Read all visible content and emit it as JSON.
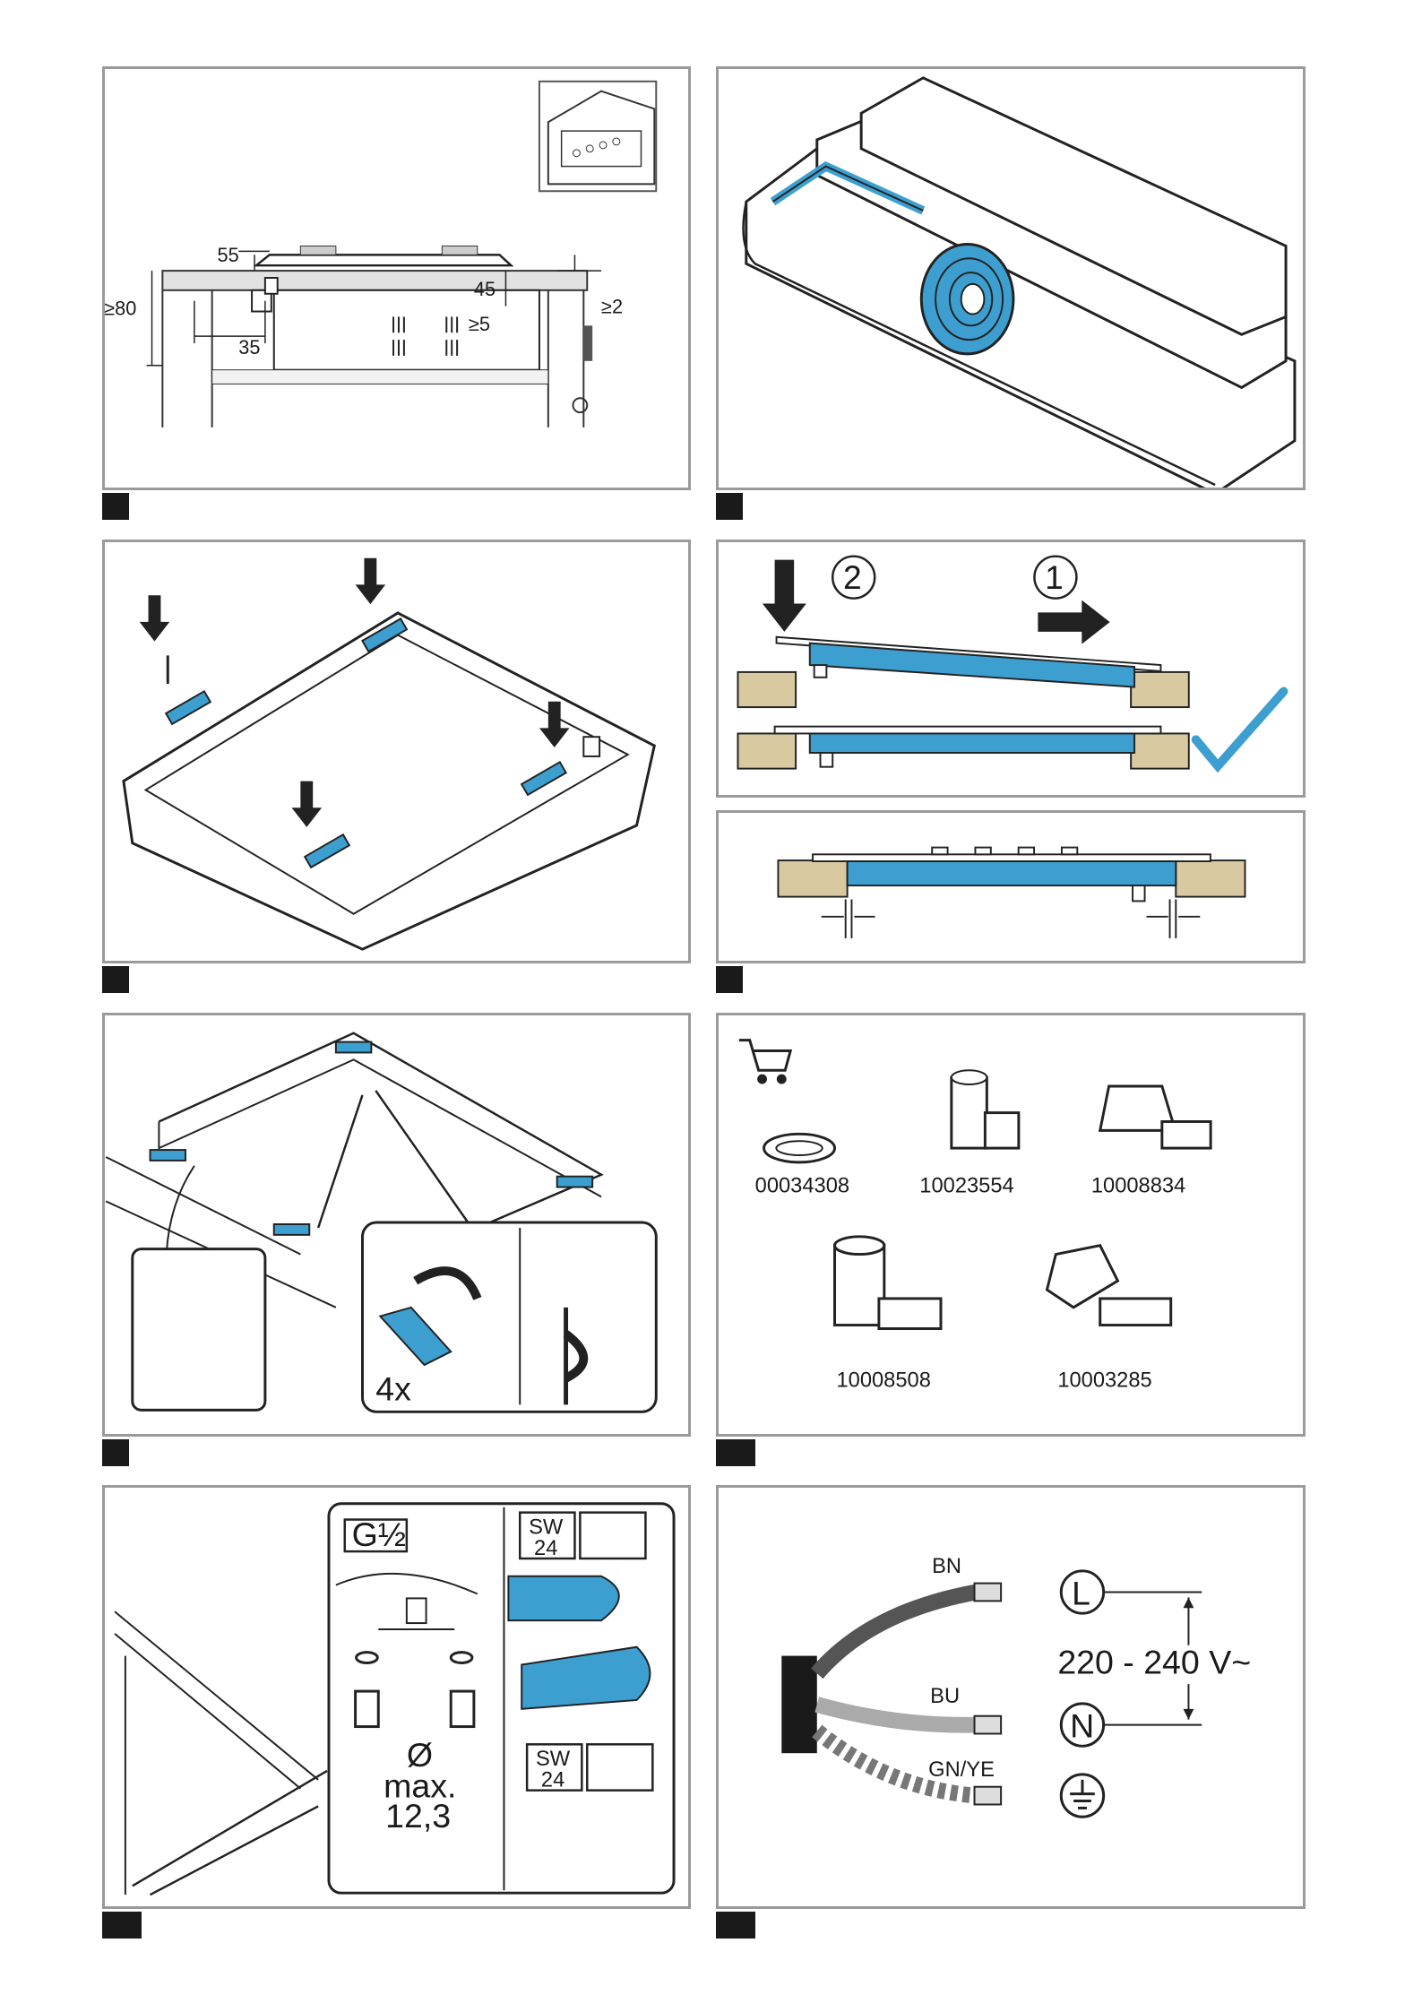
{
  "panel1": {
    "dims": {
      "d55": "55",
      "d80": "≥80",
      "d45": "45",
      "d2": "≥2",
      "d5": "≥5",
      "d35": "35"
    }
  },
  "panel4": {
    "step2": "2",
    "step1": "1"
  },
  "panel6": {
    "count": "4x"
  },
  "panel7": {
    "parts": [
      {
        "code": "00034308"
      },
      {
        "code": "10023554"
      },
      {
        "code": "10008834"
      },
      {
        "code": "10008508"
      },
      {
        "code": "10003285"
      }
    ]
  },
  "panel8": {
    "thread": "G½",
    "sw_top": {
      "a": "SW",
      "b": "24"
    },
    "sw_bottom": {
      "a": "SW",
      "b": "24"
    },
    "dia": "Ø",
    "max_line1": "max.",
    "max_line2": "12,3"
  },
  "panel9": {
    "bn": "BN",
    "bu": "BU",
    "gnye": "GN/YE",
    "l": "L",
    "n": "N",
    "voltage": "220 - 240 V~"
  },
  "colors": {
    "accent": "#3d9fd0",
    "frame": "#9a9a9a",
    "ink": "#1a1a1a"
  }
}
